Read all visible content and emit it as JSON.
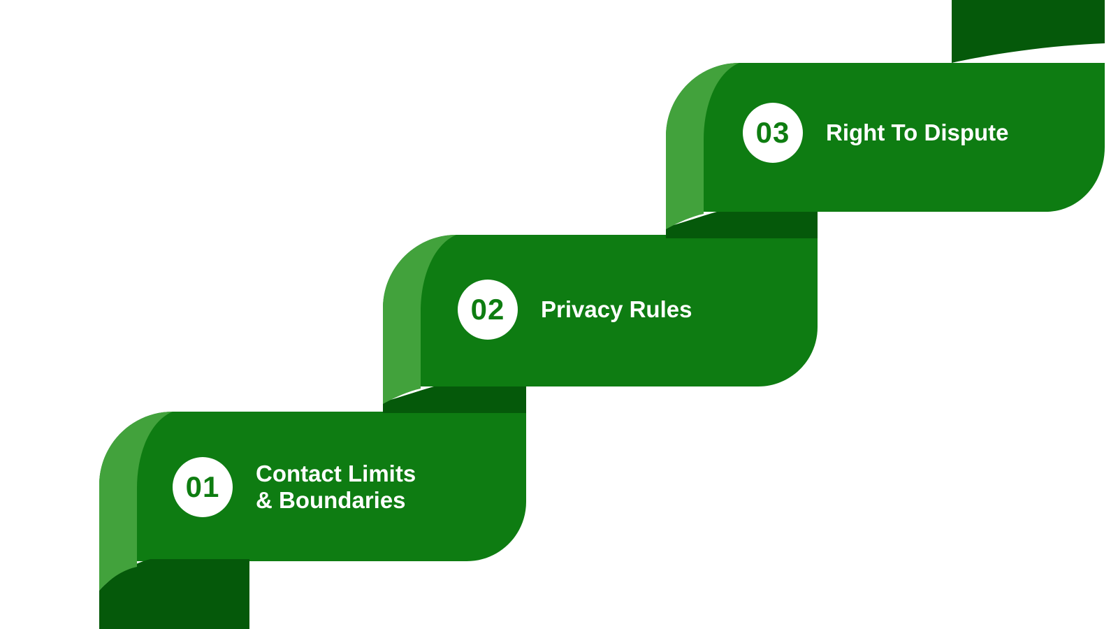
{
  "colors": {
    "main": "#0e7c12",
    "light": "#42a23c",
    "dark": "#05590a",
    "circle_bg": "#ffffff",
    "number_color": "#0e7d11",
    "label_color": "#ffffff",
    "background": "#ffffff"
  },
  "steps": [
    {
      "number": "01",
      "label_lines": [
        "Contact Limits",
        "& Boundaries"
      ]
    },
    {
      "number": "02",
      "label_lines": [
        "Privacy Rules"
      ]
    },
    {
      "number": "03",
      "label_lines": [
        "Right To Dispute"
      ]
    }
  ]
}
